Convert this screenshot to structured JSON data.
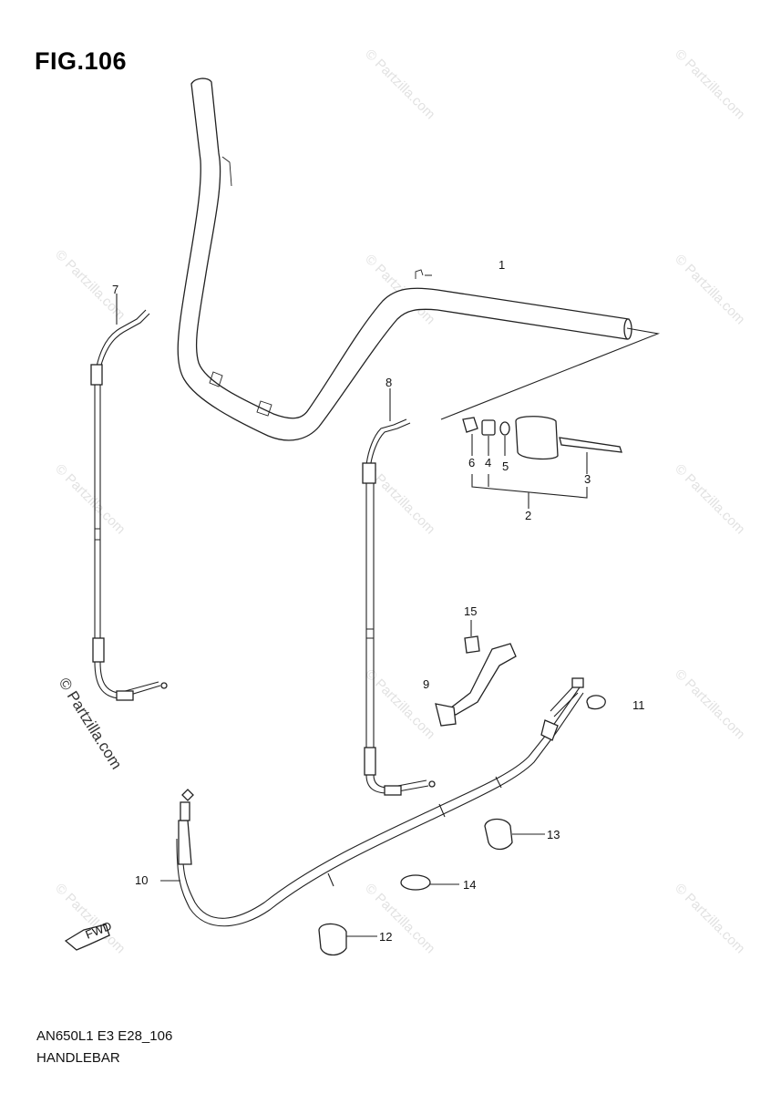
{
  "figure": {
    "title": "FIG.106",
    "code": "AN650L1 E3 E28_106",
    "name": "HANDLEBAR"
  },
  "callouts": [
    {
      "id": "1",
      "label": "1"
    },
    {
      "id": "2",
      "label": "2"
    },
    {
      "id": "3",
      "label": "3"
    },
    {
      "id": "4",
      "label": "4"
    },
    {
      "id": "5",
      "label": "5"
    },
    {
      "id": "6",
      "label": "6"
    },
    {
      "id": "7",
      "label": "7"
    },
    {
      "id": "8",
      "label": "8"
    },
    {
      "id": "9",
      "label": "9"
    },
    {
      "id": "10",
      "label": "10"
    },
    {
      "id": "11",
      "label": "11"
    },
    {
      "id": "12",
      "label": "12"
    },
    {
      "id": "13",
      "label": "13"
    },
    {
      "id": "14",
      "label": "14"
    },
    {
      "id": "15",
      "label": "15"
    }
  ],
  "watermark": {
    "text": "© Partzilla.com",
    "color": "#e2e2e2"
  },
  "fwd_marker": {
    "label": "FWD"
  }
}
